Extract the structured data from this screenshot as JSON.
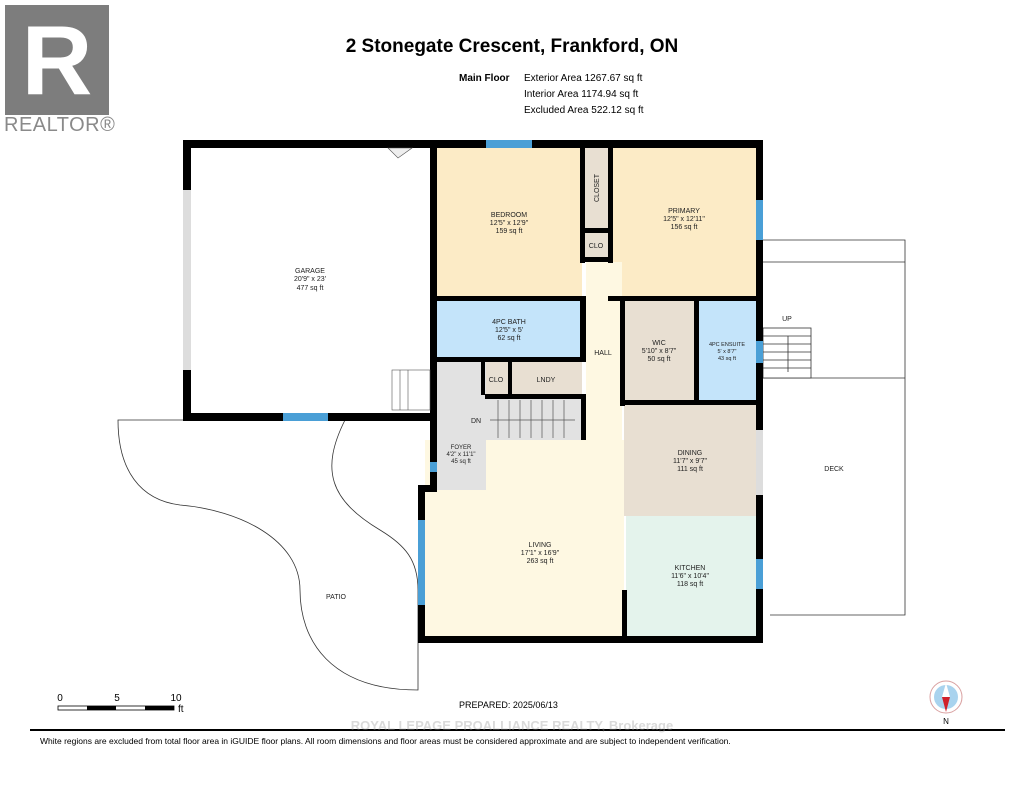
{
  "logo": {
    "letter": "R",
    "text": "REALTOR®"
  },
  "title": "2 Stonegate Crescent, Frankford, ON",
  "areas": {
    "floor": "Main Floor",
    "exterior": "Exterior Area 1267.67 sq ft",
    "interior": "Interior Area 1174.94 sq ft",
    "excluded": "Excluded Area 522.12 sq ft"
  },
  "rooms": {
    "garage": {
      "name": "GARAGE",
      "dims": "20'9\" x 23'",
      "area": "477 sq ft"
    },
    "bedroom": {
      "name": "BEDROOM",
      "dims": "12'5\" x 12'9\"",
      "area": "159 sq ft"
    },
    "closet": {
      "name": "CLOSET"
    },
    "clo1": {
      "name": "CLO"
    },
    "primary": {
      "name": "PRIMARY",
      "dims": "12'5\" x 12'11\"",
      "area": "156 sq ft"
    },
    "bath": {
      "name": "4PC BATH",
      "dims": "12'5\" x 5'",
      "area": "62 sq ft"
    },
    "hall": {
      "name": "HALL"
    },
    "wic": {
      "name": "WIC",
      "dims": "5'10\" x 8'7\"",
      "area": "50 sq ft"
    },
    "ensuite": {
      "name": "4PC ENSUITE",
      "dims": "5' x 8'7\"",
      "area": "43 sq ft"
    },
    "clo2": {
      "name": "CLO"
    },
    "lndy": {
      "name": "LNDY"
    },
    "dn": {
      "name": "DN"
    },
    "up": {
      "name": "UP"
    },
    "foyer": {
      "name": "FOYER",
      "dims": "4'2\" x 11'1\"",
      "area": "45 sq ft"
    },
    "dining": {
      "name": "DINING",
      "dims": "11'7\" x 9'7\"",
      "area": "111 sq ft"
    },
    "living": {
      "name": "LIVING",
      "dims": "17'1\" x 16'9\"",
      "area": "263 sq ft"
    },
    "kitchen": {
      "name": "KITCHEN",
      "dims": "11'6\" x 10'4\"",
      "area": "118 sq ft"
    },
    "deck": {
      "name": "DECK"
    },
    "patio": {
      "name": "PATIO"
    }
  },
  "scale": {
    "t0": "0",
    "t5": "5",
    "t10": "10",
    "unit": "ft"
  },
  "prepared": "PREPARED: 2025/06/13",
  "compass": {
    "label": "N"
  },
  "watermark": "ROYAL LEPAGE PROALLIANCE REALTY, Brokerage",
  "disclaimer": "White regions are excluded from total floor area in iGUIDE floor plans. All room dimensions and floor areas must be considered approximate and are subject to independent verification.",
  "colors": {
    "bedroom": "#fcebc6",
    "bath": "#c4e4fa",
    "tan": "#e8dfd2",
    "foyer": "#e2e2e2",
    "living": "#fef8e2",
    "kitchen": "#e4f3ec",
    "window": "#4a9fd6",
    "wall": "#000000"
  }
}
